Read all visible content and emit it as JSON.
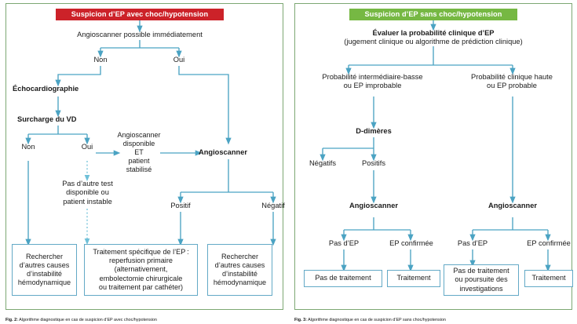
{
  "colors": {
    "banner_red": "#cc2229",
    "banner_green": "#76b843",
    "connector_blue": "#4ba3c3",
    "box_border": "#63a9c6",
    "panel_border": "#7da873",
    "text": "#1b1b1b"
  },
  "left_figure": {
    "banner": "Suspicion d’EP avec choc/hypotension",
    "caption_label": "Fig. 2:",
    "caption_text": "Algorithme diagnostique en cas de suspicion d’EP avec choc/hypotension",
    "nodes": {
      "n1": "Angioscanner possible immédiatement",
      "n2_non": "Non",
      "n3_oui": "Oui",
      "n4_echo": "Échocardiographie",
      "n5_surcharge": "Surcharge du VD",
      "n6_non": "Non",
      "n7_oui": "Oui",
      "n8_condition": "Angioscanner\ndisponible\nET\npatient\nstabilisé",
      "n9_angio": "Angioscanner",
      "n10_nootest": "Pas d’autre test\ndisponible ou\npatient instable",
      "n11_positif": "Positif",
      "n12_negatif": "Négatif"
    },
    "boxes": {
      "b1": "Rechercher\nd’autres causes\nd’instabilité\nhémodynamique",
      "b2": "Traitement spécifique de l’EP :\nreperfusion primaire\n(alternativement,\nembolectomie chirurgicale\nou traitement par cathéter)",
      "b3": "Rechercher\nd’autres causes\nd’instabilité\nhémodynamique"
    }
  },
  "right_figure": {
    "banner": "Suspicion d’EP sans choc/hypotension",
    "caption_label": "Fig. 3:",
    "caption_text": "Algorithme diagnostique en cas de suspicion d’EP sans choc/hypotension",
    "nodes": {
      "n1_line1": "Évaluer la probabilité clinique d’EP",
      "n1_line2": "(jugement clinique ou algorithme de prédiction clinique)",
      "n2_left": "Probabilité intermédiaire-basse\nou EP improbable",
      "n3_right": "Probabilité clinique haute\nou EP probable",
      "n4_ddim": "D-dimères",
      "n5_neg": "Négatifs",
      "n6_pos": "Positifs",
      "n7_angio_left": "Angioscanner",
      "n8_angio_right": "Angioscanner",
      "n9_pasdep_l": "Pas d’EP",
      "n10_confirmee_l": "EP confirmée",
      "n11_pasdep_r": "Pas d’EP",
      "n12_confirmee_r": "EP confirmée"
    },
    "boxes": {
      "b1": "Pas de traitement",
      "b2": "Traitement",
      "b3": "Pas de traitement\nou poursuite des\ninvestigations",
      "b4": "Traitement"
    }
  }
}
